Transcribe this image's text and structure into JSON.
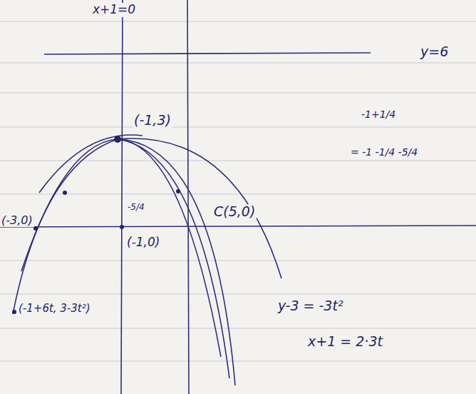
{
  "diagram": {
    "labels": [
      "x+1=0",
      "y=6",
      "(-1,3)",
      "-5/4",
      "(-1,0)",
      "(-3,0)",
      "C(5,0)",
      "(-1+6t, 3-3t²)",
      "-1+1/4",
      "= -1 -1/4 -5/4",
      "y-3 = -3t²",
      "x+1 = 2·3t"
    ]
  }
}
